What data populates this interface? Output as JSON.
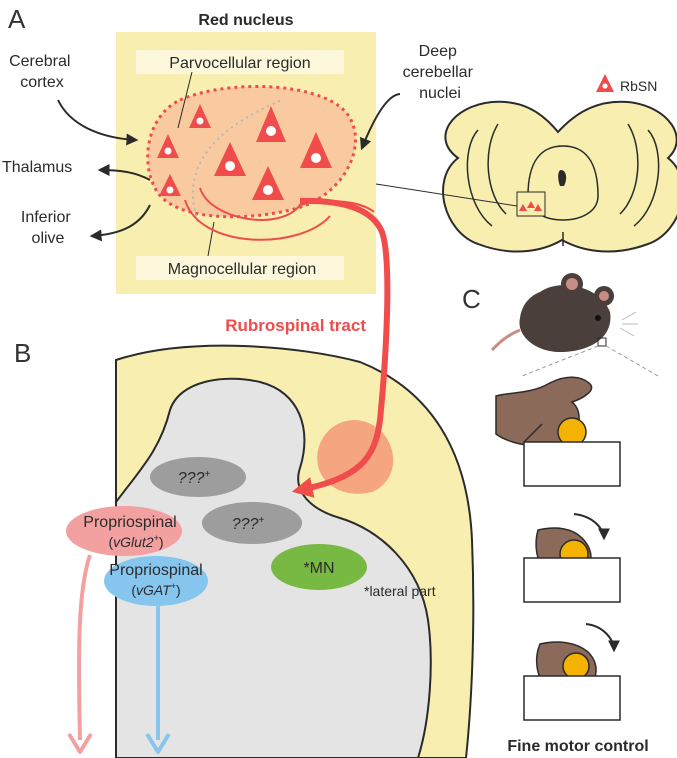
{
  "panels": {
    "a": "A",
    "b": "B",
    "c": "C"
  },
  "red_nucleus": {
    "title": "Red nucleus",
    "parvo": "Parvocellular region",
    "magno": "Magnocellular region",
    "inputs": {
      "cortex_line1": "Cerebral",
      "cortex_line2": "cortex",
      "dcn_line1": "Deep",
      "dcn_line2": "cerebellar",
      "dcn_line3": "nuclei"
    },
    "outputs": {
      "thalamus": "Thalamus",
      "io_line1": "Inferior",
      "io_line2": "olive"
    }
  },
  "legend": {
    "rbsn": "RbSN"
  },
  "tract": {
    "label": "Rubrospinal tract"
  },
  "spinal": {
    "unknown_1": "???",
    "unknown_1_sup": "+",
    "unknown_2": "???",
    "unknown_2_sup": "+",
    "mn": "*MN",
    "footnote": "*lateral part",
    "prop_exc_name": "Propriospinal",
    "prop_exc_gene": "vGlut2",
    "prop_exc_sup": "+",
    "prop_inh_name": "Propriospinal",
    "prop_inh_gene": "vGAT",
    "prop_inh_sup": "+"
  },
  "motor": {
    "caption": "Fine motor control"
  },
  "colors": {
    "yellow_bg": "#f8eeb0",
    "red": "#f04c4c",
    "orange_zone": "#f9caa0",
    "gray_matter": "#e4e4e4",
    "gray_oval": "#9d9d9d",
    "mn_green": "#77b943",
    "pink": "#f3a0a0",
    "blue": "#86c6ee",
    "ball": "#f3b300",
    "hand": "#8b6a5a"
  }
}
